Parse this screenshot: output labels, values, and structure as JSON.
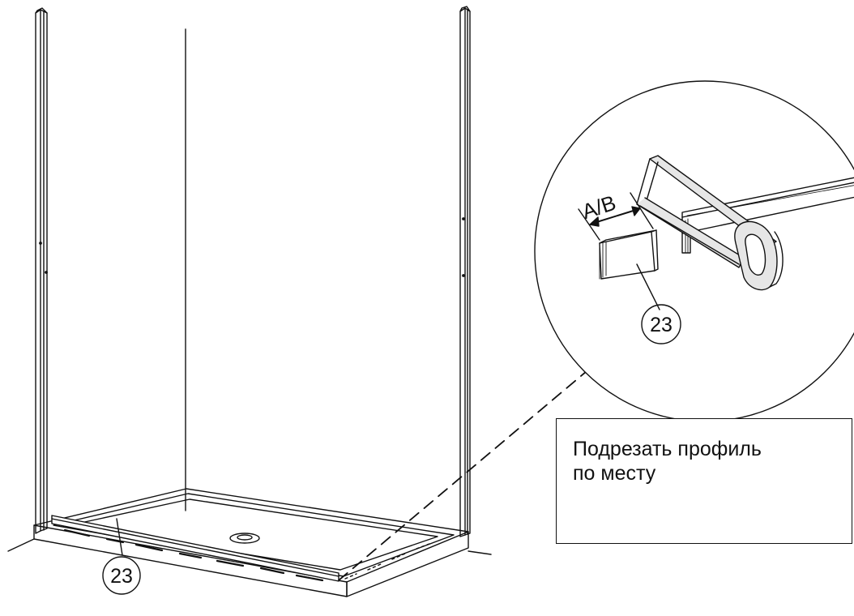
{
  "callouts": {
    "part_number_main": "23",
    "part_number_detail": "23",
    "dimension_label": "A/B"
  },
  "note": {
    "text": "Подрезать профиль\nпо месту"
  },
  "colors": {
    "line": "#111111",
    "background": "#ffffff",
    "light_fill": "#e6e6e6"
  }
}
